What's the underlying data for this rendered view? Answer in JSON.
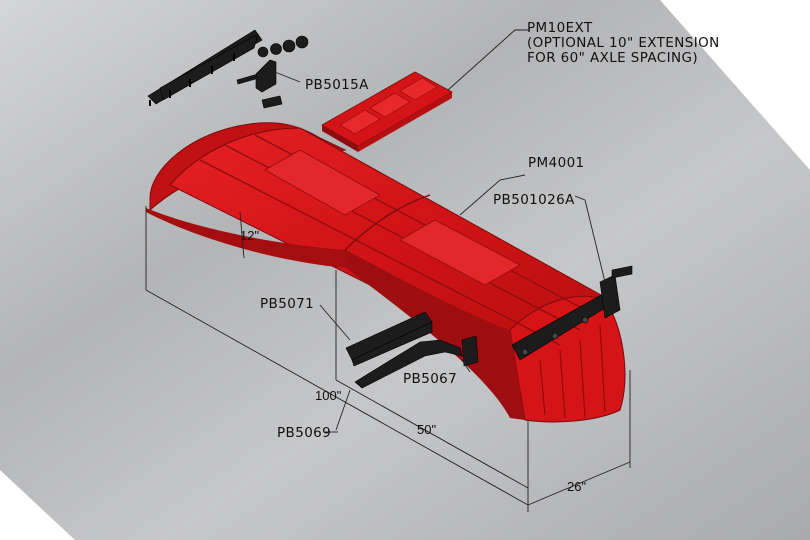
{
  "colors": {
    "fender": "#d41417",
    "fender_dark": "#8f0c0e",
    "bracket": "#1c1c1c",
    "panel": "#b9babc"
  },
  "labels": {
    "extension_part": "PM10EXT",
    "extension_note": "(OPTIONAL 10\" EXTENSION\nFOR 60\" AXLE SPACING)",
    "top_bracket": "PB5015A",
    "fender": "PM4001",
    "side_bracket": "PB501026A",
    "lower_bracket_a": "PB5071",
    "lower_bracket_b": "PB5067",
    "lower_bracket_c": "PB5069"
  },
  "dimensions": {
    "height": "12\"",
    "overall_length": "100\"",
    "mid_length": "50\"",
    "width": "26\""
  }
}
